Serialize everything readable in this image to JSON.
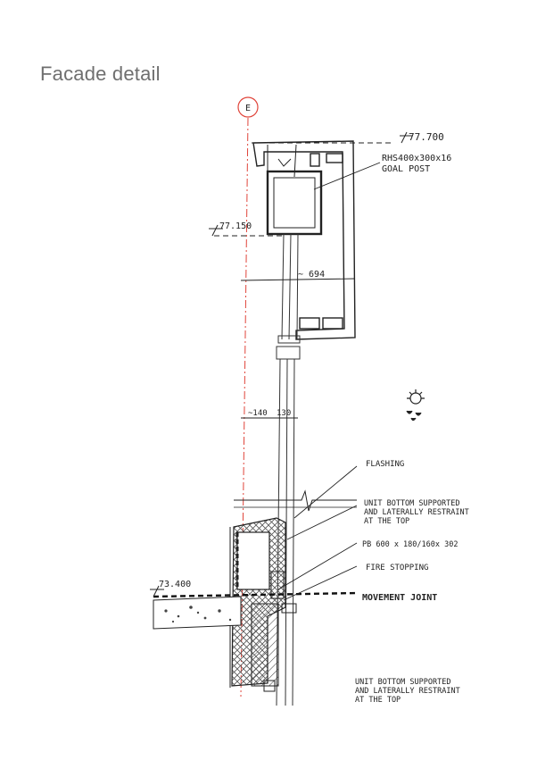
{
  "page": {
    "title": "Facade detail"
  },
  "diagram": {
    "grid_marker": "E",
    "levels": {
      "top": "77.700",
      "mid": "77.150",
      "ground": "73.400"
    },
    "dimensions": {
      "depth": "~ 694",
      "offset_left": "~140",
      "offset_right": "130"
    },
    "labels": {
      "goal_post_line1": "RHS400x300x16",
      "goal_post_line2": "GOAL POST",
      "flashing": "FLASHING",
      "unit_support_1_line1": "UNIT BOTTOM SUPPORTED",
      "unit_support_1_line2": "AND LATERALLY RESTRAINT",
      "unit_support_1_line3": "AT THE TOP",
      "pb": "PB 600 x 180/160x 302",
      "fire_stopping": "FIRE STOPPING",
      "movement_joint": "MOVEMENT JOINT",
      "unit_support_2_line1": "UNIT BOTTOM SUPPORTED",
      "unit_support_2_line2": "AND LATERALLY RESTRAINT",
      "unit_support_2_line3": "AT THE TOP"
    }
  }
}
